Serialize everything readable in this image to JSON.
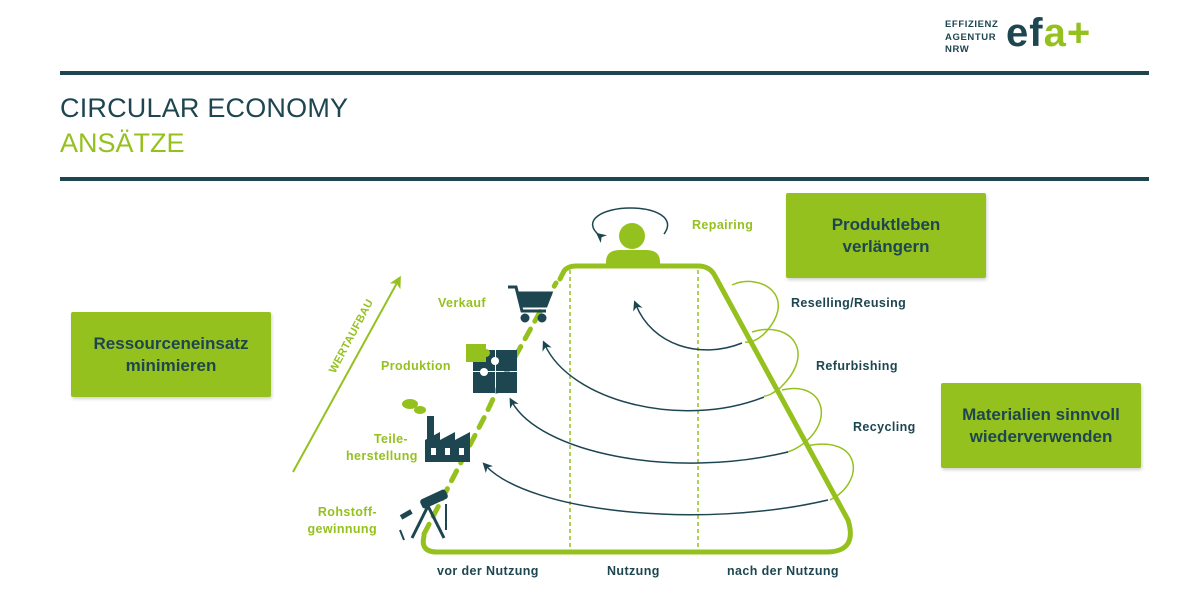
{
  "header": {
    "title_line1": "CIRCULAR ECONOMY",
    "title_line2": "ANSÄTZE"
  },
  "logo": {
    "text_lines": "EFFIZIENZ\nAGENTUR\nNRW",
    "mark_ef": "ef",
    "mark_a": "a+"
  },
  "boxes": {
    "left": "Ressourceneinsatz\nminimieren",
    "top_right": "Produktleben\nverlängern",
    "right": "Materialien sinnvoll\nwiederverwenden"
  },
  "labels": {
    "wertaufbau": "WERTAUFBAU",
    "verkauf": "Verkauf",
    "produktion": "Produktion",
    "teileherstellung": "Teile-\nherstellung",
    "rohstoffgewinnung": "Rohstoff-\ngewinnung",
    "repairing": "Repairing",
    "reselling": "Reselling/Reusing",
    "refurbishing": "Refurbishing",
    "recycling": "Recycling"
  },
  "phases": {
    "vor": "vor der Nutzung",
    "nutzung": "Nutzung",
    "nach": "nach der Nutzung"
  },
  "colors": {
    "dark": "#1d4651",
    "green": "#95c11f"
  },
  "icons": [
    "user-icon",
    "shopping-cart-icon",
    "puzzle-icon",
    "factory-icon",
    "oil-pump-icon"
  ]
}
